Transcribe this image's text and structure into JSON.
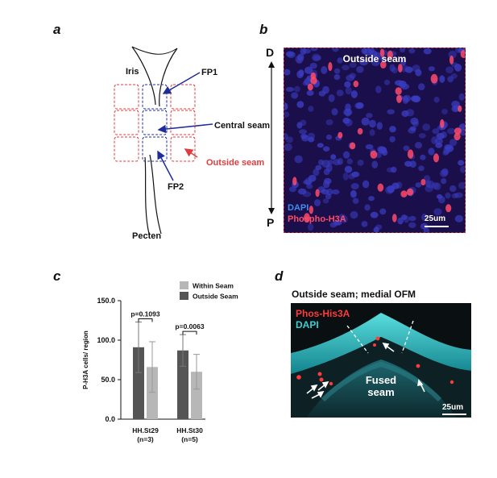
{
  "panels": {
    "a": {
      "letter": "a",
      "labels": {
        "iris": "Iris",
        "fp1": "FP1",
        "central_seam": "Central seam",
        "outside_seam": "Outside seam",
        "fp2": "FP2",
        "pecten": "Pecten"
      },
      "colors": {
        "blue": "#1f2d9a",
        "red": "#e23b3b",
        "black": "#111111"
      }
    },
    "b": {
      "letter": "b",
      "title": "Outside seam",
      "axis_top": "D",
      "axis_bottom": "P",
      "legend": [
        "DAPI",
        "Phospho-H3A"
      ],
      "scale_bar": "25um",
      "colors": {
        "dapi": "#3d8ff0",
        "phospho": "#ff4a6a",
        "background": "#1a0f4a"
      }
    },
    "c": {
      "letter": "c",
      "legend": [
        "Within Seam",
        "Outside Seam"
      ],
      "pvalues": [
        "p=0.1093",
        "p=0.0063"
      ],
      "group_labels": [
        {
          "main": "HH.St29",
          "n": "(n=3)"
        },
        {
          "main": "HH.St30",
          "n": "(n=5)"
        }
      ],
      "ylabel": "P-H3A cells/ region",
      "ytick_labels": [
        "0.0",
        "50.0",
        "100.0",
        "150.0"
      ]
    },
    "d": {
      "letter": "d",
      "title": "Outside seam; medial OFM",
      "legend": [
        "Phos-His3A",
        "DAPI"
      ],
      "center_label_line1": "Fused",
      "center_label_line2": "seam",
      "scale_bar": "25um",
      "colors": {
        "phospho": "#ff3b3b",
        "dapi": "#35d0d6",
        "background": "#0a0f12"
      }
    }
  },
  "chart_data": {
    "type": "bar",
    "categories": [
      "HH.St29",
      "HH.St30"
    ],
    "series": [
      {
        "name": "Outside Seam",
        "values": [
          91,
          87
        ],
        "errors": [
          32,
          20
        ],
        "color": "#555555"
      },
      {
        "name": "Within Seam",
        "values": [
          66,
          60
        ],
        "errors": [
          32,
          22
        ],
        "color": "#b7b7b7"
      }
    ],
    "ylabel": "P-H3A cells/ region",
    "ylim": [
      0,
      150
    ],
    "yticks": [
      0,
      50,
      100,
      150
    ],
    "grid": false,
    "legend_position": "top-right"
  }
}
